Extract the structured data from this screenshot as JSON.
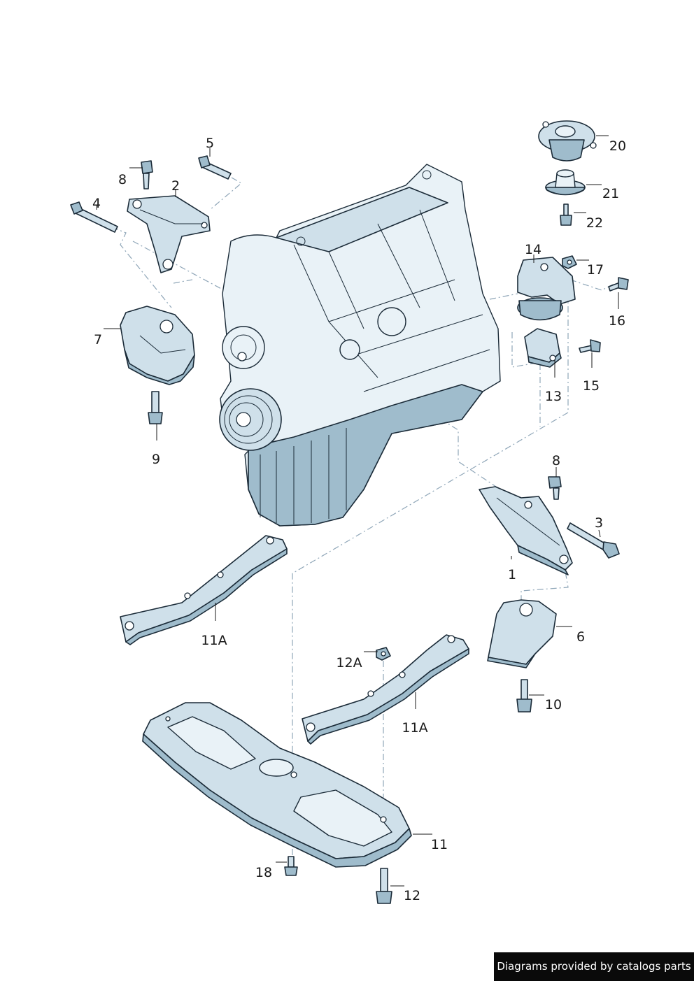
{
  "credit": "Diagrams provided by catalogs parts",
  "callouts": [
    {
      "id": "c1",
      "label": "1"
    },
    {
      "id": "c2",
      "label": "2"
    },
    {
      "id": "c3",
      "label": "3"
    },
    {
      "id": "c4",
      "label": "4"
    },
    {
      "id": "c5",
      "label": "5"
    },
    {
      "id": "c6",
      "label": "6"
    },
    {
      "id": "c7",
      "label": "7"
    },
    {
      "id": "c8a",
      "label": "8"
    },
    {
      "id": "c8b",
      "label": "8"
    },
    {
      "id": "c9",
      "label": "9"
    },
    {
      "id": "c10",
      "label": "10"
    },
    {
      "id": "c11",
      "label": "11"
    },
    {
      "id": "c11a1",
      "label": "11A"
    },
    {
      "id": "c11a2",
      "label": "11A"
    },
    {
      "id": "c12",
      "label": "12"
    },
    {
      "id": "c12a",
      "label": "12A"
    },
    {
      "id": "c13",
      "label": "13"
    },
    {
      "id": "c14",
      "label": "14"
    },
    {
      "id": "c15",
      "label": "15"
    },
    {
      "id": "c16",
      "label": "16"
    },
    {
      "id": "c17",
      "label": "17"
    },
    {
      "id": "c18",
      "label": "18"
    },
    {
      "id": "c20",
      "label": "20"
    },
    {
      "id": "c21",
      "label": "21"
    },
    {
      "id": "c22",
      "label": "22"
    }
  ]
}
